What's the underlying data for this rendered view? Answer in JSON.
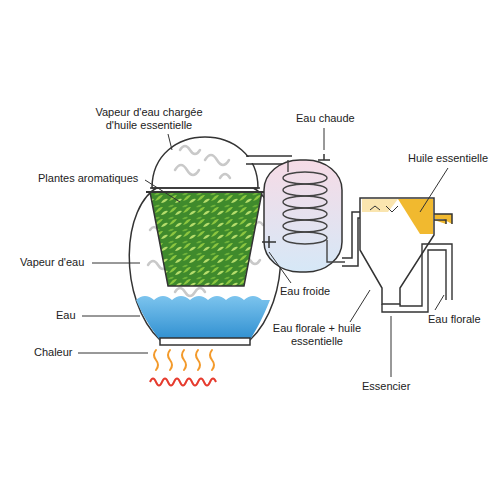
{
  "diagram": {
    "labels": [
      "Vapeur d'eau chargée d'huile essentielle",
      "Plantes aromatiques",
      "Vapeur d'eau",
      "Eau",
      "Chaleur",
      "Eau chaude",
      "Eau froide",
      "Huile essentielle",
      "Eau florale + huile essentielle",
      "Essencier",
      "Eau florale"
    ]
  }
}
